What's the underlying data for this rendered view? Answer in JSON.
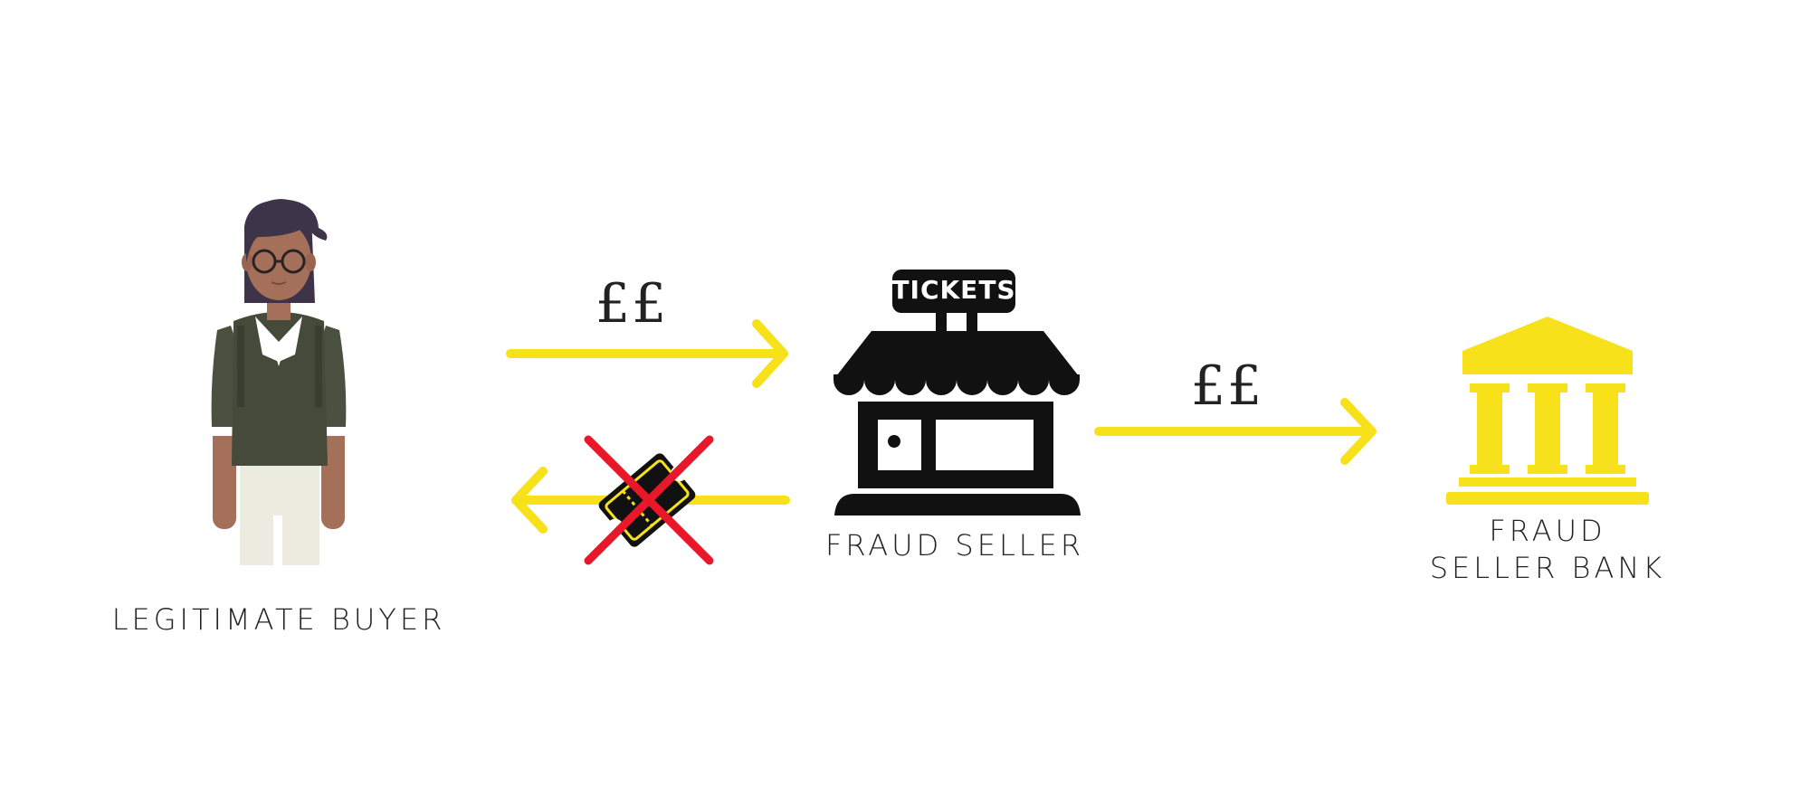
{
  "colors": {
    "arrow": "#f7e11a",
    "bank": "#f7e11a",
    "store": "#111111",
    "cross": "#e8182a",
    "text": "#222222",
    "skin": "#a5705a",
    "hair": "#3d3449",
    "sweater": "#454a3a",
    "trousers": "#ecebe0"
  },
  "buyer": {
    "label": "LEGITIMATE BUYER",
    "icon": "person-icon"
  },
  "seller": {
    "label": "FRAUD SELLER",
    "sign": "TICKETS",
    "icon": "storefront-icon"
  },
  "bank": {
    "label_line1": "FRAUD",
    "label_line2": "SELLER BANK",
    "icon": "bank-icon"
  },
  "flows": {
    "payment_to_seller": "££",
    "payment_to_bank": "££",
    "tickets_not_delivered_icon": "crossed-ticket-icon"
  }
}
